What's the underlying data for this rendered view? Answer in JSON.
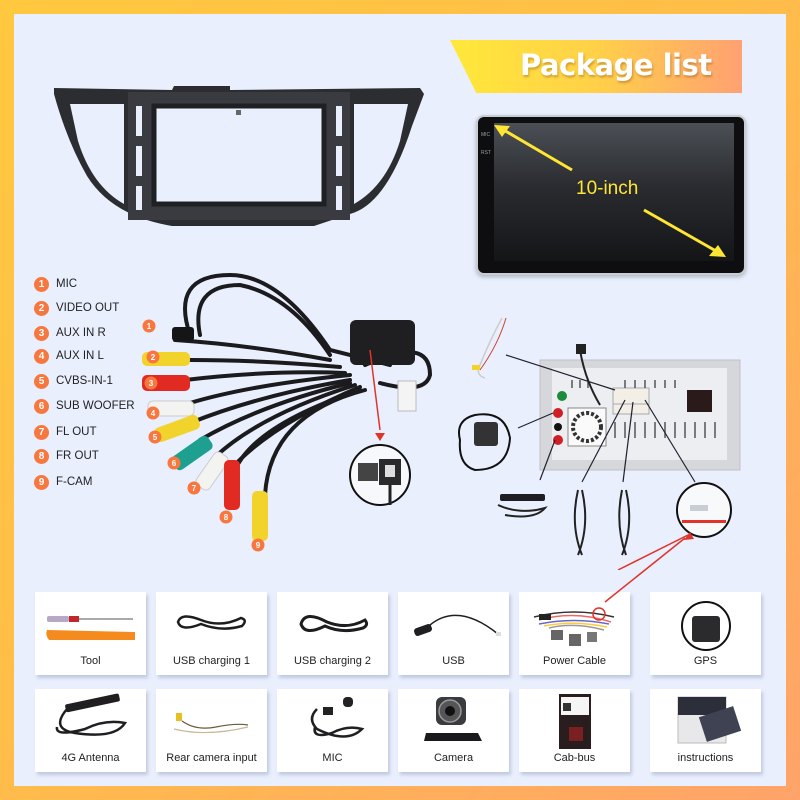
{
  "banner": {
    "title": "Package list"
  },
  "screen": {
    "size_label": "10-inch",
    "side_labels": [
      "MIC",
      "RST"
    ]
  },
  "harness_legend": [
    {
      "num": "1",
      "label": "MIC"
    },
    {
      "num": "2",
      "label": "VIDEO OUT"
    },
    {
      "num": "3",
      "label": "AUX IN R"
    },
    {
      "num": "4",
      "label": "AUX IN L"
    },
    {
      "num": "5",
      "label": "CVBS-IN-1"
    },
    {
      "num": "6",
      "label": "SUB WOOFER"
    },
    {
      "num": "7",
      "label": "FL OUT"
    },
    {
      "num": "8",
      "label": "FR OUT"
    },
    {
      "num": "9",
      "label": "F-CAM"
    }
  ],
  "accessories": [
    {
      "label": "Tool",
      "icon": "tool-icon"
    },
    {
      "label": "USB charging 1",
      "icon": "cable-icon"
    },
    {
      "label": "USB charging 2",
      "icon": "cable-icon"
    },
    {
      "label": "USB",
      "icon": "usb-cable-icon"
    },
    {
      "label": "Power Cable",
      "icon": "power-harness-icon"
    },
    {
      "label": "GPS",
      "icon": "gps-antenna-icon"
    },
    {
      "label": "4G Antenna",
      "icon": "4g-antenna-icon"
    },
    {
      "label": "Rear camera input",
      "icon": "rca-cable-icon"
    },
    {
      "label": "MIC",
      "icon": "microphone-icon"
    },
    {
      "label": "Camera",
      "icon": "camera-icon"
    },
    {
      "label": "Cab-bus",
      "icon": "canbus-box-icon"
    },
    {
      "label": "instructions",
      "icon": "manual-icon"
    }
  ],
  "colors": {
    "border_start": "#ffc83f",
    "border_end": "#ffa36a",
    "panel_bg": "#e9effd",
    "badge": "#f8773f",
    "arrow_yellow": "#ffe633",
    "arrow_red": "#e0332a"
  }
}
